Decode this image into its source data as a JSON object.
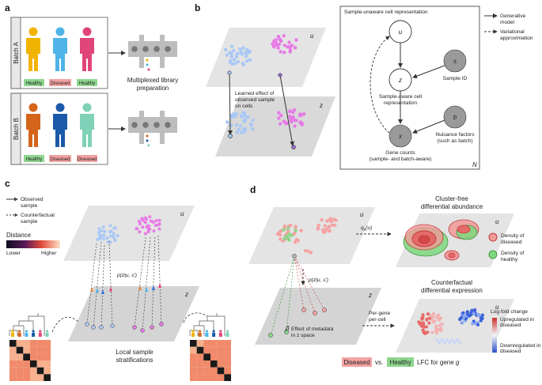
{
  "panel_labels": [
    "a",
    "b",
    "c",
    "d"
  ],
  "colors": {
    "healthy_tag": "#8fd68f",
    "diseased_tag": "#f4a3a3",
    "cells_blue": "#a9c8f5",
    "cells_magenta": "#e77be7",
    "cells_purple": "#a06ae0",
    "plane": "#e4e4e4",
    "heat_orange": "#f08a6a",
    "heat_black": "#1a1a1a"
  },
  "panel_a": {
    "batch_a": "Batch A",
    "batch_b": "Batch B",
    "batch_a_tags": [
      "Healthy",
      "Diseased",
      "Healthy"
    ],
    "batch_b_tags": [
      "Healthy",
      "Diseased",
      "Diseased"
    ],
    "library_prep_l1": "Multiplexed library",
    "library_prep_l2": "preparation"
  },
  "panel_b": {
    "latent_u": "u",
    "latent_z": "z",
    "learned_effect_l1": "Learned effect of",
    "learned_effect_l2": "observed sample",
    "learned_effect_l3": "on cells",
    "box_title": "Sample-unaware cell representation",
    "node_u": "u",
    "node_s": "s",
    "node_s_label": "Sample ID",
    "node_z": "z",
    "node_z_label_l1": "Sample-aware cell",
    "node_z_label_l2": "representation",
    "node_b": "b",
    "node_b_label_l1": "Nuisance factors",
    "node_b_label_l2": "(such as batch)",
    "node_x": "x",
    "node_x_label_l1": "Gene counts",
    "node_x_label_l2": "(sample- and batch-aware)",
    "plate_n": "N",
    "legend_generative_l1": "Generative",
    "legend_generative_l2": "model",
    "legend_variational_l1": "Variational",
    "legend_variational_l2": "approximation"
  },
  "panel_c": {
    "legend_observed_l1": "Observed",
    "legend_observed_l2": "sample",
    "legend_counterfactual_l1": "Counterfactual",
    "legend_counterfactual_l2": "sample",
    "distance_title": "Distance",
    "distance_lower": "Lower",
    "distance_higher": "Higher",
    "latent_u": "u",
    "latent_z": "z",
    "prob_label": "p(z|u, s')",
    "stratification_l1": "Local sample",
    "stratification_l2": "stratifications"
  },
  "panel_d": {
    "latent_u": "u",
    "latent_z": "z",
    "q_label": "q",
    "q_sub": "s",
    "q_arg": "(u)",
    "prob_label": "p(z|u, s')",
    "beta": "β",
    "effect_l1": "Effect of metadata",
    "effect_l2": "in z space",
    "per_gene_l1": "Per-gene",
    "per_gene_l2": "per-cell",
    "da_title_l1": "Cluster-free",
    "da_title_l2": "differential abundance",
    "density_diseased_l1": "Density of",
    "density_diseased_l2": "diseased",
    "density_healthy_l1": "Density of",
    "density_healthy_l2": "healthy",
    "de_title_l1": "Counterfactual",
    "de_title_l2": "differential expression",
    "lfc_title": "Log fold change",
    "upregulated_l1": "Upregulated in",
    "upregulated_l2": "diseased",
    "downregulated_l1": "Downregulated in",
    "downregulated_l2": "diseased",
    "bottom_diseased": "Diseased",
    "bottom_vs": "vs.",
    "bottom_healthy": "Healthy",
    "bottom_lfc": "LFC for gene",
    "bottom_g": "g"
  }
}
